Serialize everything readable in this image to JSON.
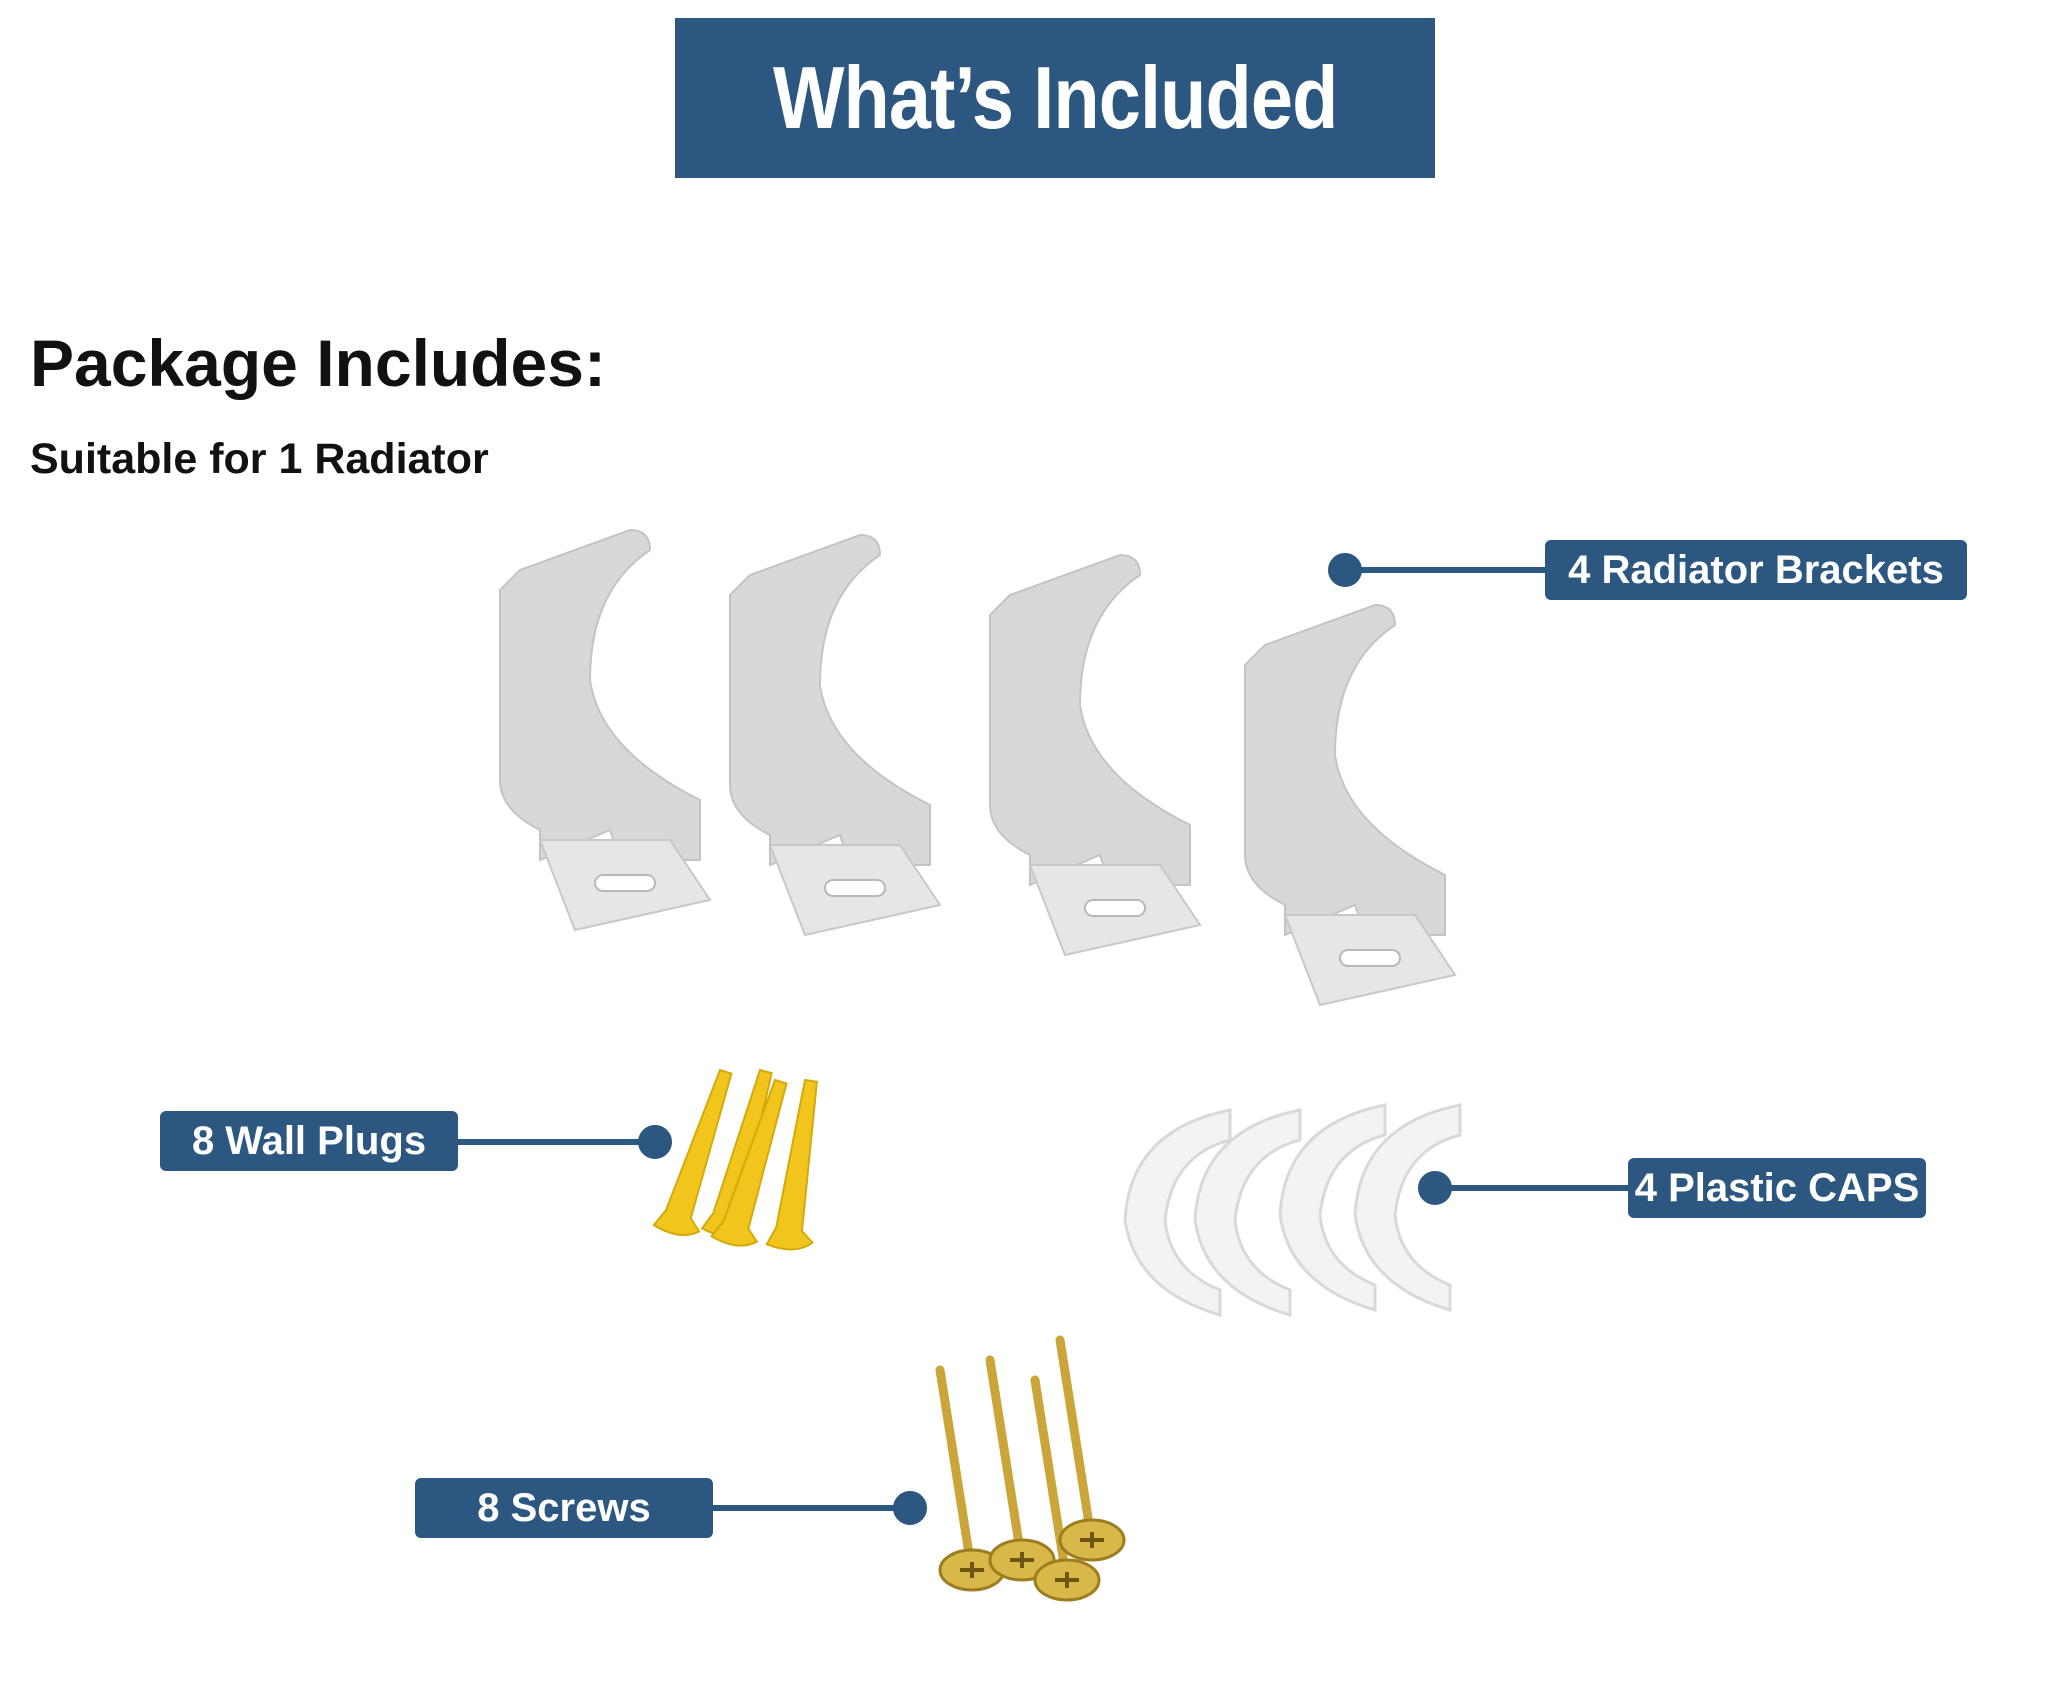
{
  "header": {
    "title": "What’s Included"
  },
  "package": {
    "heading": "Package Includes:",
    "subheading": "Suitable for 1 Radiator"
  },
  "callouts": {
    "brackets": "4 Radiator Brackets",
    "wall_plugs": "8 Wall Plugs",
    "caps": "4 Plastic CAPS",
    "screws": "8 Screws"
  },
  "colors": {
    "accent": "#2b5781",
    "bracket": "#d6d6d6",
    "plug": "#f2c51d",
    "cap": "#f3f3f3",
    "screw": "#c9a53a"
  },
  "icons": [
    "radiator-bracket-icon",
    "wall-plug-icon",
    "plastic-cap-icon",
    "screw-icon"
  ]
}
